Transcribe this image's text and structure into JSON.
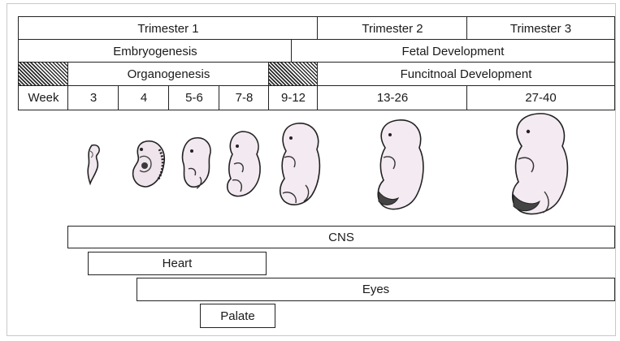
{
  "header": {
    "trimester_row": [
      "Trimester 1",
      "Trimester 2",
      "Trimester 3"
    ],
    "phase_row": [
      "Embryogenesis",
      "Fetal Development"
    ],
    "stage_row": [
      "Organogenesis",
      "Funcitnoal Development"
    ],
    "week_row": [
      "Week",
      "3",
      "4",
      "5-6",
      "7-8",
      "9-12",
      "13-26",
      "27-40"
    ]
  },
  "bars": [
    "CNS",
    "Heart",
    "Eyes",
    "Palate"
  ]
}
